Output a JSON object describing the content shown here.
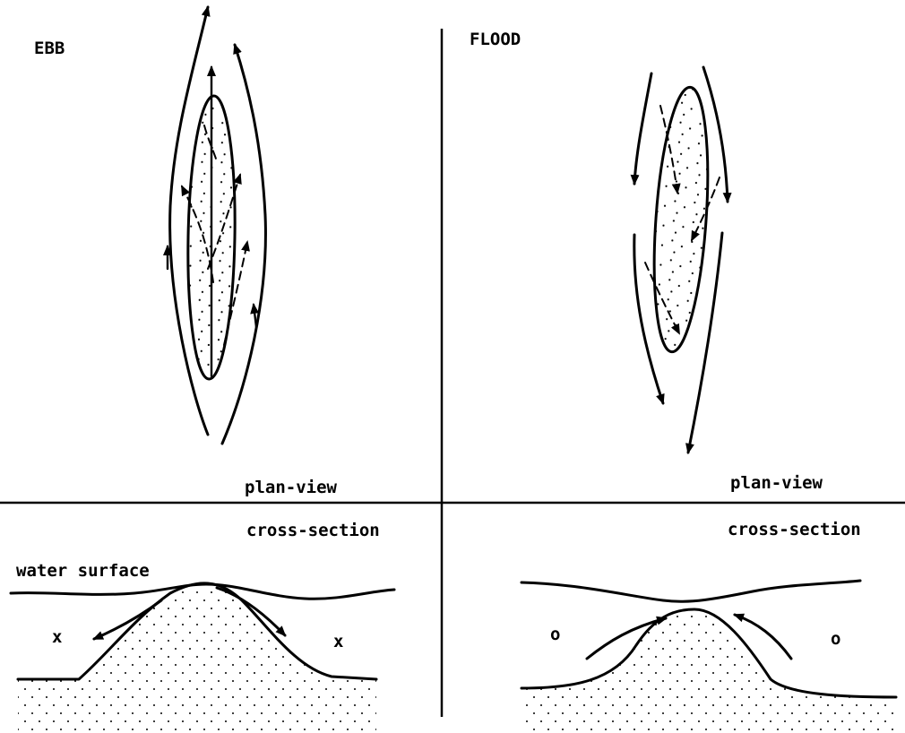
{
  "panels": {
    "ebb": {
      "title": "EBB",
      "plan_label": "plan-view",
      "section_label": "cross-section",
      "surface_label": "water surface",
      "flow_marker": "x"
    },
    "flood": {
      "title": "FLOOD",
      "plan_label": "plan-view",
      "section_label": "cross-section",
      "flow_marker": "o"
    }
  },
  "colors": {
    "ink": "#000000",
    "paper": "#ffffff"
  }
}
